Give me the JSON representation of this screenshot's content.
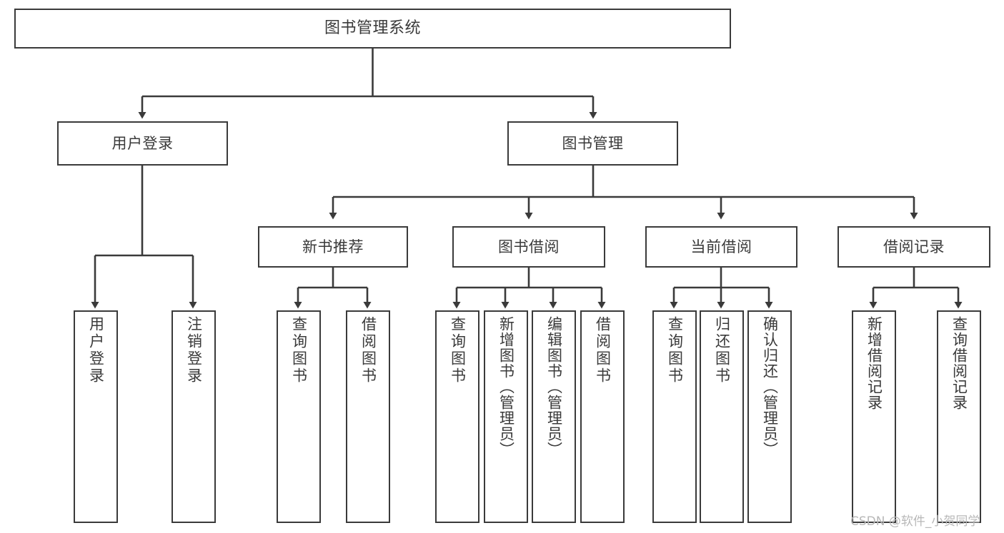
{
  "diagram": {
    "kind": "tree-hierarchy",
    "title": "图书管理系统",
    "watermark": "CSDN @软件_小贺同学",
    "colors": {
      "background": "#ffffff",
      "stroke": "#3a3a3a",
      "text": "#3a3a3a",
      "watermark": "#b8b8b8"
    },
    "levels": {
      "root": {
        "label": "图书管理系统"
      },
      "level2": [
        {
          "id": "user-login",
          "label": "用户登录"
        },
        {
          "id": "book-manage",
          "label": "图书管理"
        }
      ],
      "level3": [
        {
          "id": "new-book-recommend",
          "label": "新书推荐",
          "parent": "book-manage"
        },
        {
          "id": "book-borrow",
          "label": "图书借阅",
          "parent": "book-manage"
        },
        {
          "id": "current-borrow",
          "label": "当前借阅",
          "parent": "book-manage"
        },
        {
          "id": "borrow-record",
          "label": "借阅记录",
          "parent": "book-manage"
        }
      ],
      "leaves": [
        {
          "id": "leaf-user-login",
          "label": "用户登录",
          "parent": "user-login"
        },
        {
          "id": "leaf-user-logout",
          "label": "注销登录",
          "parent": "user-login"
        },
        {
          "id": "leaf-query-book-1",
          "label": "查询图书",
          "parent": "new-book-recommend"
        },
        {
          "id": "leaf-borrow-book-1",
          "label": "借阅图书",
          "parent": "new-book-recommend"
        },
        {
          "id": "leaf-query-book-2",
          "label": "查询图书",
          "parent": "book-borrow"
        },
        {
          "id": "leaf-add-book",
          "label": "新增图书（管理员）",
          "parent": "book-borrow"
        },
        {
          "id": "leaf-edit-book",
          "label": "编辑图书（管理员）",
          "parent": "book-borrow"
        },
        {
          "id": "leaf-borrow-book-2",
          "label": "借阅图书",
          "parent": "book-borrow"
        },
        {
          "id": "leaf-query-book-3",
          "label": "查询图书",
          "parent": "current-borrow"
        },
        {
          "id": "leaf-return-book",
          "label": "归还图书",
          "parent": "current-borrow"
        },
        {
          "id": "leaf-confirm-return",
          "label": "确认归还（管理员）",
          "parent": "current-borrow"
        },
        {
          "id": "leaf-add-record",
          "label": "新增借阅记录",
          "parent": "borrow-record"
        },
        {
          "id": "leaf-query-record",
          "label": "查询借阅记录",
          "parent": "borrow-record"
        }
      ]
    }
  }
}
